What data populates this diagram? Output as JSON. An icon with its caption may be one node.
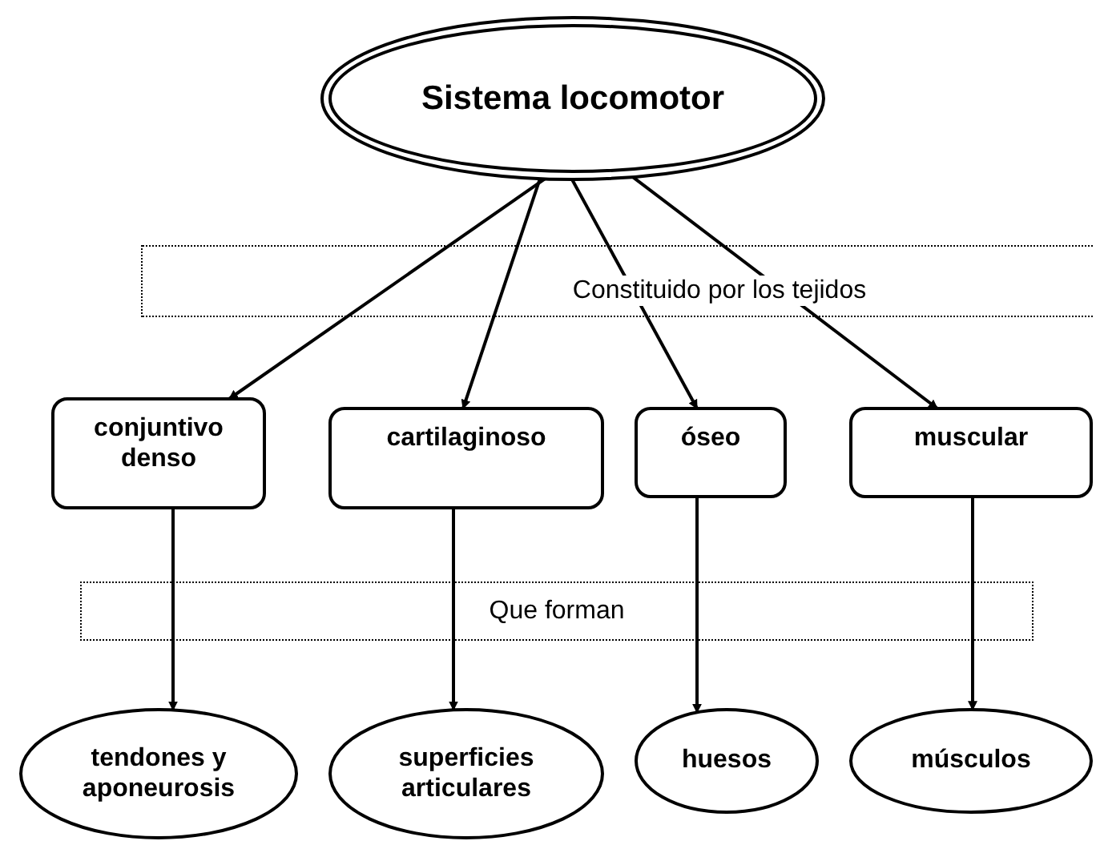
{
  "diagram": {
    "nodes": [
      {
        "text": [
          "Sistema locomotor"
        ]
      },
      {
        "text": [
          "conjuntivo denso"
        ]
      },
      {
        "text": [
          "cartilaginoso"
        ]
      },
      {
        "text": [
          "óseo"
        ]
      },
      {
        "text": [
          "muscular"
        ]
      },
      {
        "text": [
          "tendones y aponeurosis"
        ]
      },
      {
        "text": [
          "superficies articulares"
        ]
      },
      {
        "text": [
          "huesos"
        ]
      },
      {
        "text": [
          "músculos"
        ]
      }
    ],
    "edges": [
      {
        "from": 0,
        "to": 1,
        "arrow": "to"
      },
      {
        "from": 0,
        "to": 2,
        "arrow": "to"
      },
      {
        "from": 0,
        "to": 3,
        "arrow": "to"
      },
      {
        "from": 0,
        "to": 4,
        "arrow": "to"
      },
      {
        "from": 1,
        "to": 5,
        "arrow": "to"
      },
      {
        "from": 2,
        "to": 6,
        "arrow": "to"
      },
      {
        "from": 3,
        "to": 7,
        "arrow": "to"
      },
      {
        "from": 4,
        "to": 8,
        "arrow": "to"
      }
    ],
    "labels": [
      "Constituido por los tejidos",
      "Que forman"
    ]
  }
}
